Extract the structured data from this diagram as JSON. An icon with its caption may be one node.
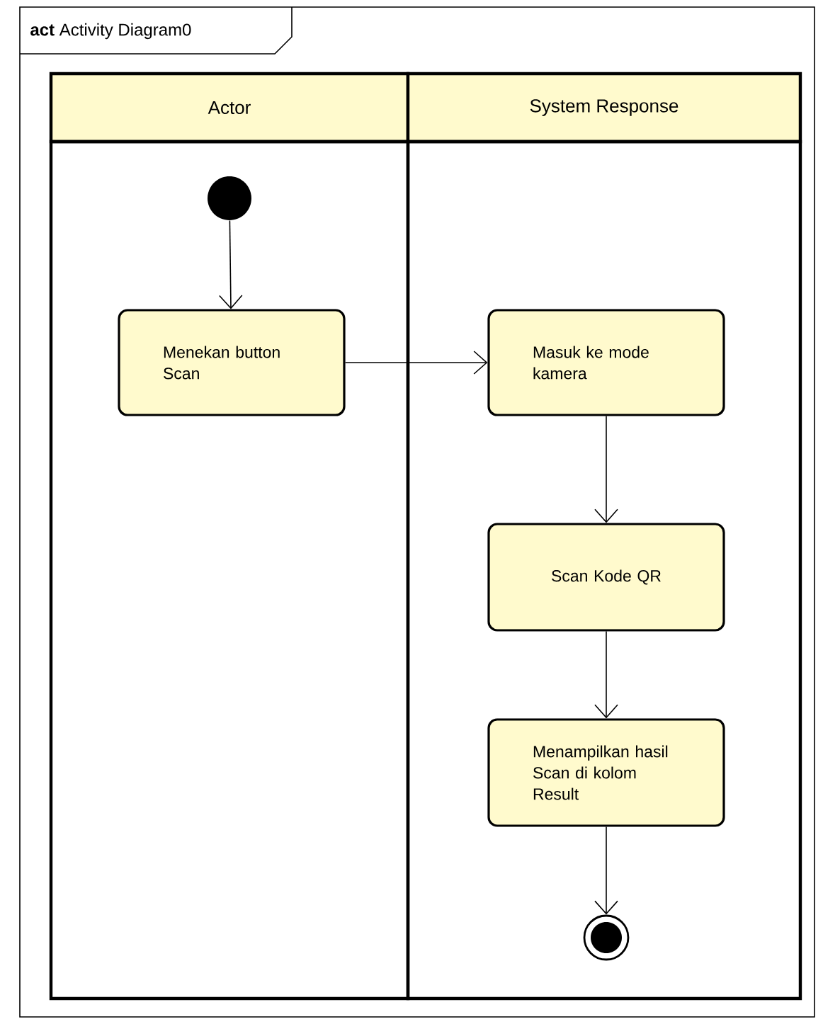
{
  "diagram": {
    "nodes": [
      {
        "text": [
          "**act** Activity Diagram0"
        ]
      },
      {
        "text": [
          "Actor"
        ],
        "in": 0
      },
      {
        "text": [
          "System Response"
        ],
        "in": 0
      },
      {
        "text": [],
        "shape": "circle",
        "in": 1
      },
      {
        "text": [
          "Menekan button Scan"
        ],
        "in": 1
      },
      {
        "text": [
          "Masuk ke mode kamera"
        ],
        "in": 2
      },
      {
        "text": [
          "Scan Kode QR"
        ],
        "in": 2
      },
      {
        "text": [
          "Menampilkan hasil Scan di kolom Result"
        ],
        "in": 2
      },
      {
        "text": [],
        "shape": "bullseye",
        "in": 2
      }
    ],
    "edges": [
      {
        "from": 3,
        "to": 4,
        "arrow": "to"
      },
      {
        "from": 4,
        "to": 5,
        "arrow": "to"
      },
      {
        "from": 5,
        "to": 6,
        "arrow": "to"
      },
      {
        "from": 6,
        "to": 7,
        "arrow": "to"
      },
      {
        "from": 7,
        "to": 8,
        "arrow": "to"
      }
    ]
  }
}
